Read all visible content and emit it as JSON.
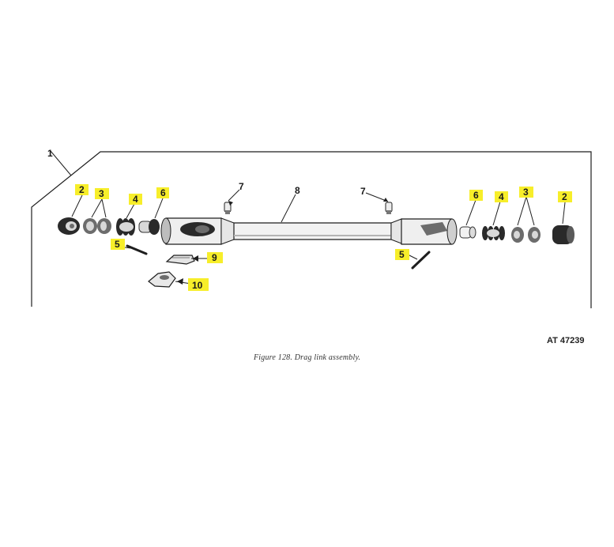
{
  "figure": {
    "caption": "Figure 128. Drag link assembly.",
    "drawing_code": "AT 47239",
    "highlight_color": "#f7ee2a",
    "ink_color": "#1e1e1e"
  },
  "callouts": {
    "c1": "1",
    "c2_left": "2",
    "c3_left": "3",
    "c4_left": "4",
    "c5_left": "5",
    "c6_left": "6",
    "c7_left": "7",
    "c8": "8",
    "c7_right": "7",
    "c6_right": "6",
    "c4_right": "4",
    "c3_right": "3",
    "c2_right": "2",
    "c5_right": "5",
    "c9": "9",
    "c10": "10"
  }
}
